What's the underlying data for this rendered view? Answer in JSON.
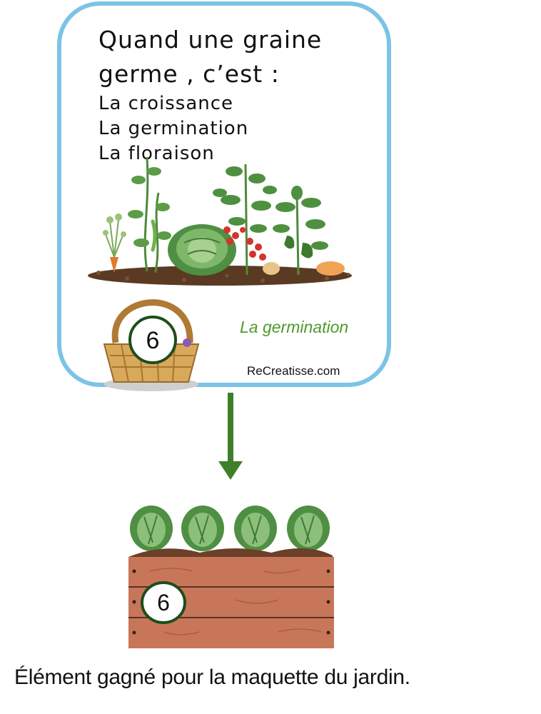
{
  "card": {
    "question_line1": "Quand une graine",
    "question_line2": "germe , c’est :",
    "options": [
      "La croissance",
      "La germination",
      "La floraison"
    ],
    "card_number": "6",
    "answer": "La germination",
    "site": "ReCreatisse.com"
  },
  "reward": {
    "crate_number": "6",
    "caption": "Élément gagné pour la maquette du jardin."
  },
  "colors": {
    "card_border": "#7cc3e6",
    "answer_green": "#4e9a2d",
    "arrow_green": "#3f7f2a",
    "crate_wood": "#c8765a"
  }
}
